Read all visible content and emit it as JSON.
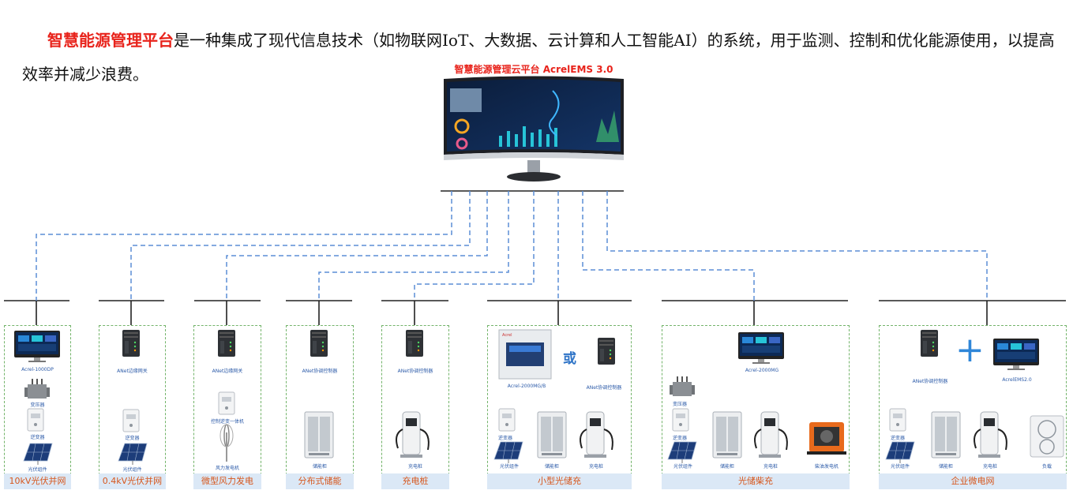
{
  "intro": {
    "highlight": "智慧能源管理平台",
    "text": "是一种集成了现代信息技术（如物联网IoT、大数据、云计算和人工智能AI）的系统，用于监测、控制和优化能源使用，以提高效率并减少浪费。"
  },
  "platform": {
    "title": "智慧能源管理云平台 AcrelEMS 3.0"
  },
  "colors": {
    "dashed_link": "#5b8ed6",
    "box_border": "#73b46a",
    "caption_bg": "#dbe8f6",
    "caption_text": "#d6561c",
    "highlight": "#e8231b"
  },
  "scenarios": [
    {
      "caption": "10kV光伏并网",
      "labels": [
        "Acrel-1000DP",
        "变压器",
        "逆变器",
        "光伏组件"
      ]
    },
    {
      "caption": "0.4kV光伏并网",
      "labels": [
        "ANet边缘网关",
        "逆变器",
        "光伏组件"
      ]
    },
    {
      "caption": "微型风力发电",
      "labels": [
        "ANet边缘网关",
        "控制逆变一体机",
        "风力发电机"
      ]
    },
    {
      "caption": "分布式储能",
      "labels": [
        "ANet协调控制器",
        "储能柜"
      ]
    },
    {
      "caption": "充电桩",
      "labels": [
        "ANet协调控制器",
        "充电桩"
      ]
    },
    {
      "caption": "小型光储充",
      "labels": [
        "Acrel-2000MG/B",
        "或",
        "ANet协调控制器",
        "逆变器",
        "光伏组件",
        "储能柜",
        "充电桩"
      ]
    },
    {
      "caption": "光储柴充",
      "labels": [
        "Acrel-2000MG",
        "变压器",
        "逆变器",
        "光伏组件",
        "储能柜",
        "充电桩",
        "柴油发电机"
      ]
    },
    {
      "caption": "企业微电网",
      "labels": [
        "ANet协调控制器",
        "AcrelEMS2.0",
        "逆变器",
        "光伏组件",
        "储能柜",
        "充电桩",
        "负载"
      ]
    }
  ]
}
